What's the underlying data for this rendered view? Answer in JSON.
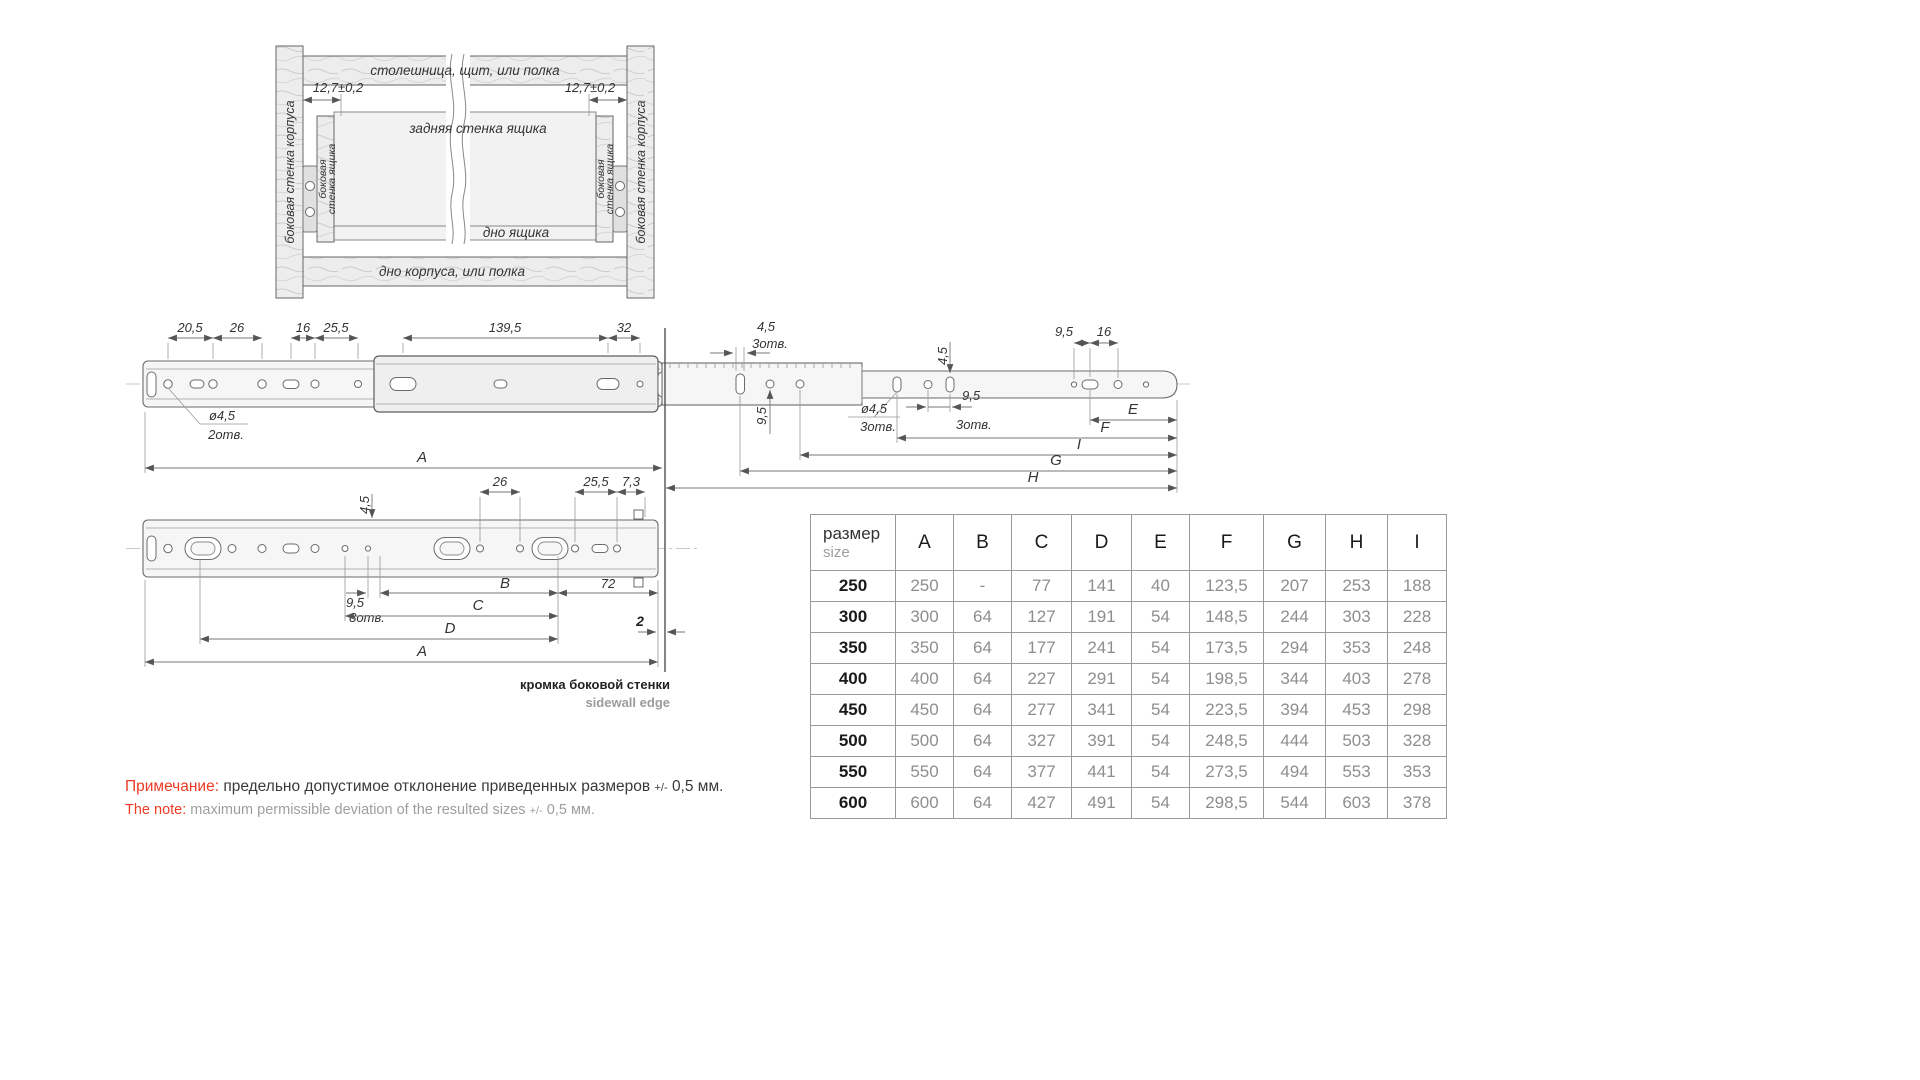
{
  "cabinet": {
    "top_board": "столешница, щит, или полка",
    "bottom_board": "дно корпуса, или полка",
    "rear_wall": "задняя стенка ящика",
    "drawer_bottom": "дно ящика",
    "side_wall": "боковая стенка корпуса",
    "drawer_side_line1": "боковая",
    "drawer_side_line2": "стенка ящика",
    "offset_dim": "12,7±0,2"
  },
  "top_view": {
    "d_20_5": "20,5",
    "d_26": "26",
    "d_16": "16",
    "d_25_5": "25,5",
    "d_139_5": "139,5",
    "d_32": "32",
    "holes2_dia": "ø4,5",
    "holes2_cnt": "2отв.",
    "slot_dim": "4,5",
    "slot_cnt": "3отв.",
    "v_4_5": "4,5",
    "d_9_5_top": "9,5",
    "d_16_top": "16",
    "v_9_5": "9,5",
    "holes3_dia": "ø4,5",
    "holes3_cnt": "3отв.",
    "pitch": "9,5",
    "pitch_cnt": "3отв.",
    "A": "A",
    "E": "E",
    "F": "F",
    "I": "I",
    "G": "G",
    "H": "H"
  },
  "bottom_view": {
    "v_4_5": "4,5",
    "d_26": "26",
    "d_25_5": "25,5",
    "d_7_3": "7,3",
    "pitch": "9,5",
    "pitch_cnt": "8отв.",
    "B": "B",
    "d_72": "72",
    "C": "C",
    "D": "D",
    "A": "A",
    "gap": "2",
    "edge_ru": "кромка боковой стенки",
    "edge_en": "sidewall edge"
  },
  "table": {
    "size_ru": "размер",
    "size_en": "size",
    "columns": [
      "A",
      "B",
      "C",
      "D",
      "E",
      "F",
      "G",
      "H",
      "I"
    ],
    "rows": [
      [
        "250",
        "250",
        "-",
        "77",
        "141",
        "40",
        "123,5",
        "207",
        "253",
        "188"
      ],
      [
        "300",
        "300",
        "64",
        "127",
        "191",
        "54",
        "148,5",
        "244",
        "303",
        "228"
      ],
      [
        "350",
        "350",
        "64",
        "177",
        "241",
        "54",
        "173,5",
        "294",
        "353",
        "248"
      ],
      [
        "400",
        "400",
        "64",
        "227",
        "291",
        "54",
        "198,5",
        "344",
        "403",
        "278"
      ],
      [
        "450",
        "450",
        "64",
        "277",
        "341",
        "54",
        "223,5",
        "394",
        "453",
        "298"
      ],
      [
        "500",
        "500",
        "64",
        "327",
        "391",
        "54",
        "248,5",
        "444",
        "503",
        "328"
      ],
      [
        "550",
        "550",
        "64",
        "377",
        "441",
        "54",
        "273,5",
        "494",
        "553",
        "353"
      ],
      [
        "600",
        "600",
        "64",
        "427",
        "491",
        "54",
        "298,5",
        "544",
        "603",
        "378"
      ]
    ]
  },
  "note": {
    "ru_label": "Примечание:",
    "ru_text": "предельно допустимое отклонение приведенных размеров",
    "ru_tol": "+/-",
    "ru_value": "0,5 мм.",
    "en_label": "The note:",
    "en_text": "maximum permissible deviation of the resulted sizes",
    "en_tol": "+/-",
    "en_value": "0,5 мм."
  }
}
